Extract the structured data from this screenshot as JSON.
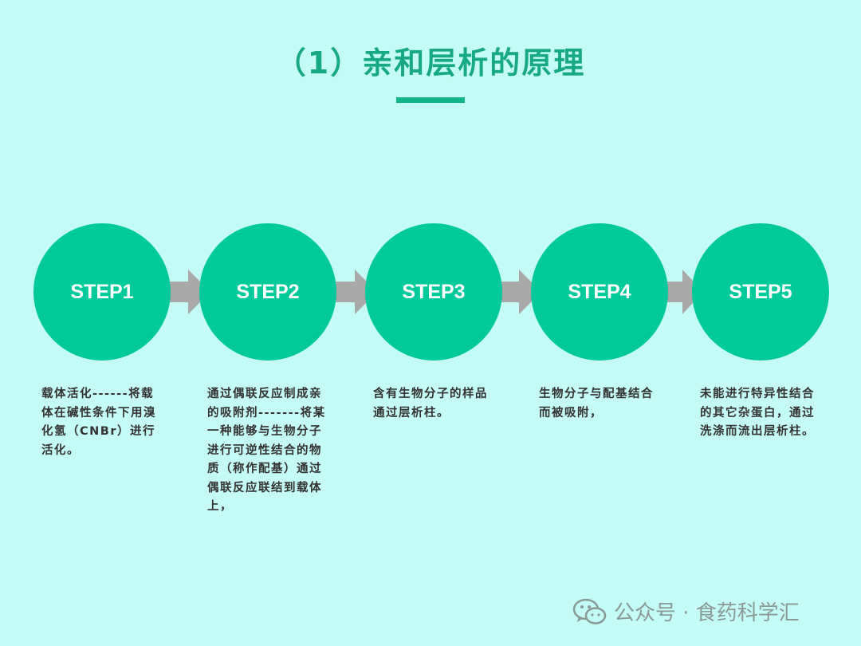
{
  "title": "（1）亲和层析的原理",
  "steps": [
    {
      "label": "STEP1",
      "desc": "载体活化------将载体在碱性条件下用溴化氢（CNBr）进行活化。"
    },
    {
      "label": "STEP2",
      "desc": "通过偶联反应制成亲的吸附剂-------将某一种能够与生物分子进行可逆性结合的物质（称作配基）通过偶联反应联结到载体上，"
    },
    {
      "label": "STEP3",
      "desc": "含有生物分子的样品通过层析柱。"
    },
    {
      "label": "STEP4",
      "desc": "生物分子与配基结合而被吸附，"
    },
    {
      "label": "STEP5",
      "desc": "未能进行特异性结合的其它杂蛋白，通过洗涤而流出层析柱。"
    }
  ],
  "watermark": {
    "text": "公众号 · 食药科学汇",
    "icon": "wechat-icon"
  },
  "colors": {
    "background": "#c4fbf6",
    "accent": "#00c99a",
    "title": "#17a884",
    "arrow": "#a9a9a9"
  }
}
